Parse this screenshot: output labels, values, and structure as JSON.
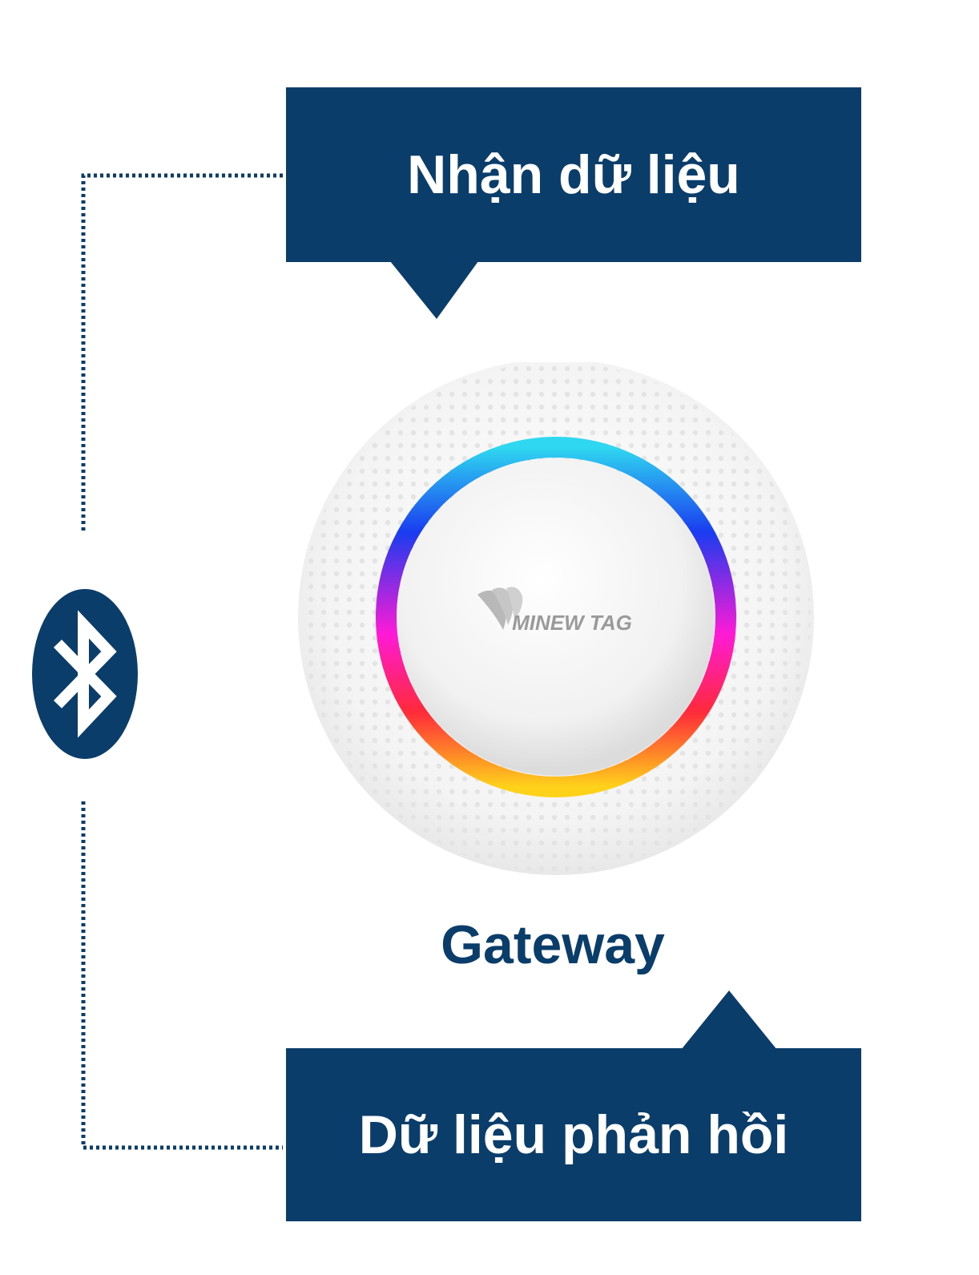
{
  "callouts": {
    "receive_label": "Nhận dữ liệu",
    "response_label": "Dữ liệu phản hồi"
  },
  "device": {
    "name": "Gateway",
    "brand_logo_text": "MINEW TAG"
  },
  "icons": {
    "connection": "bluetooth-icon",
    "device": "gateway-device-icon"
  },
  "colors": {
    "accent": "#0b3d6b",
    "background": "#ffffff",
    "ring": [
      "#2fd8f0",
      "#1a3cf0",
      "#ff1ad6",
      "#ff2a3a",
      "#ffd21a"
    ]
  }
}
